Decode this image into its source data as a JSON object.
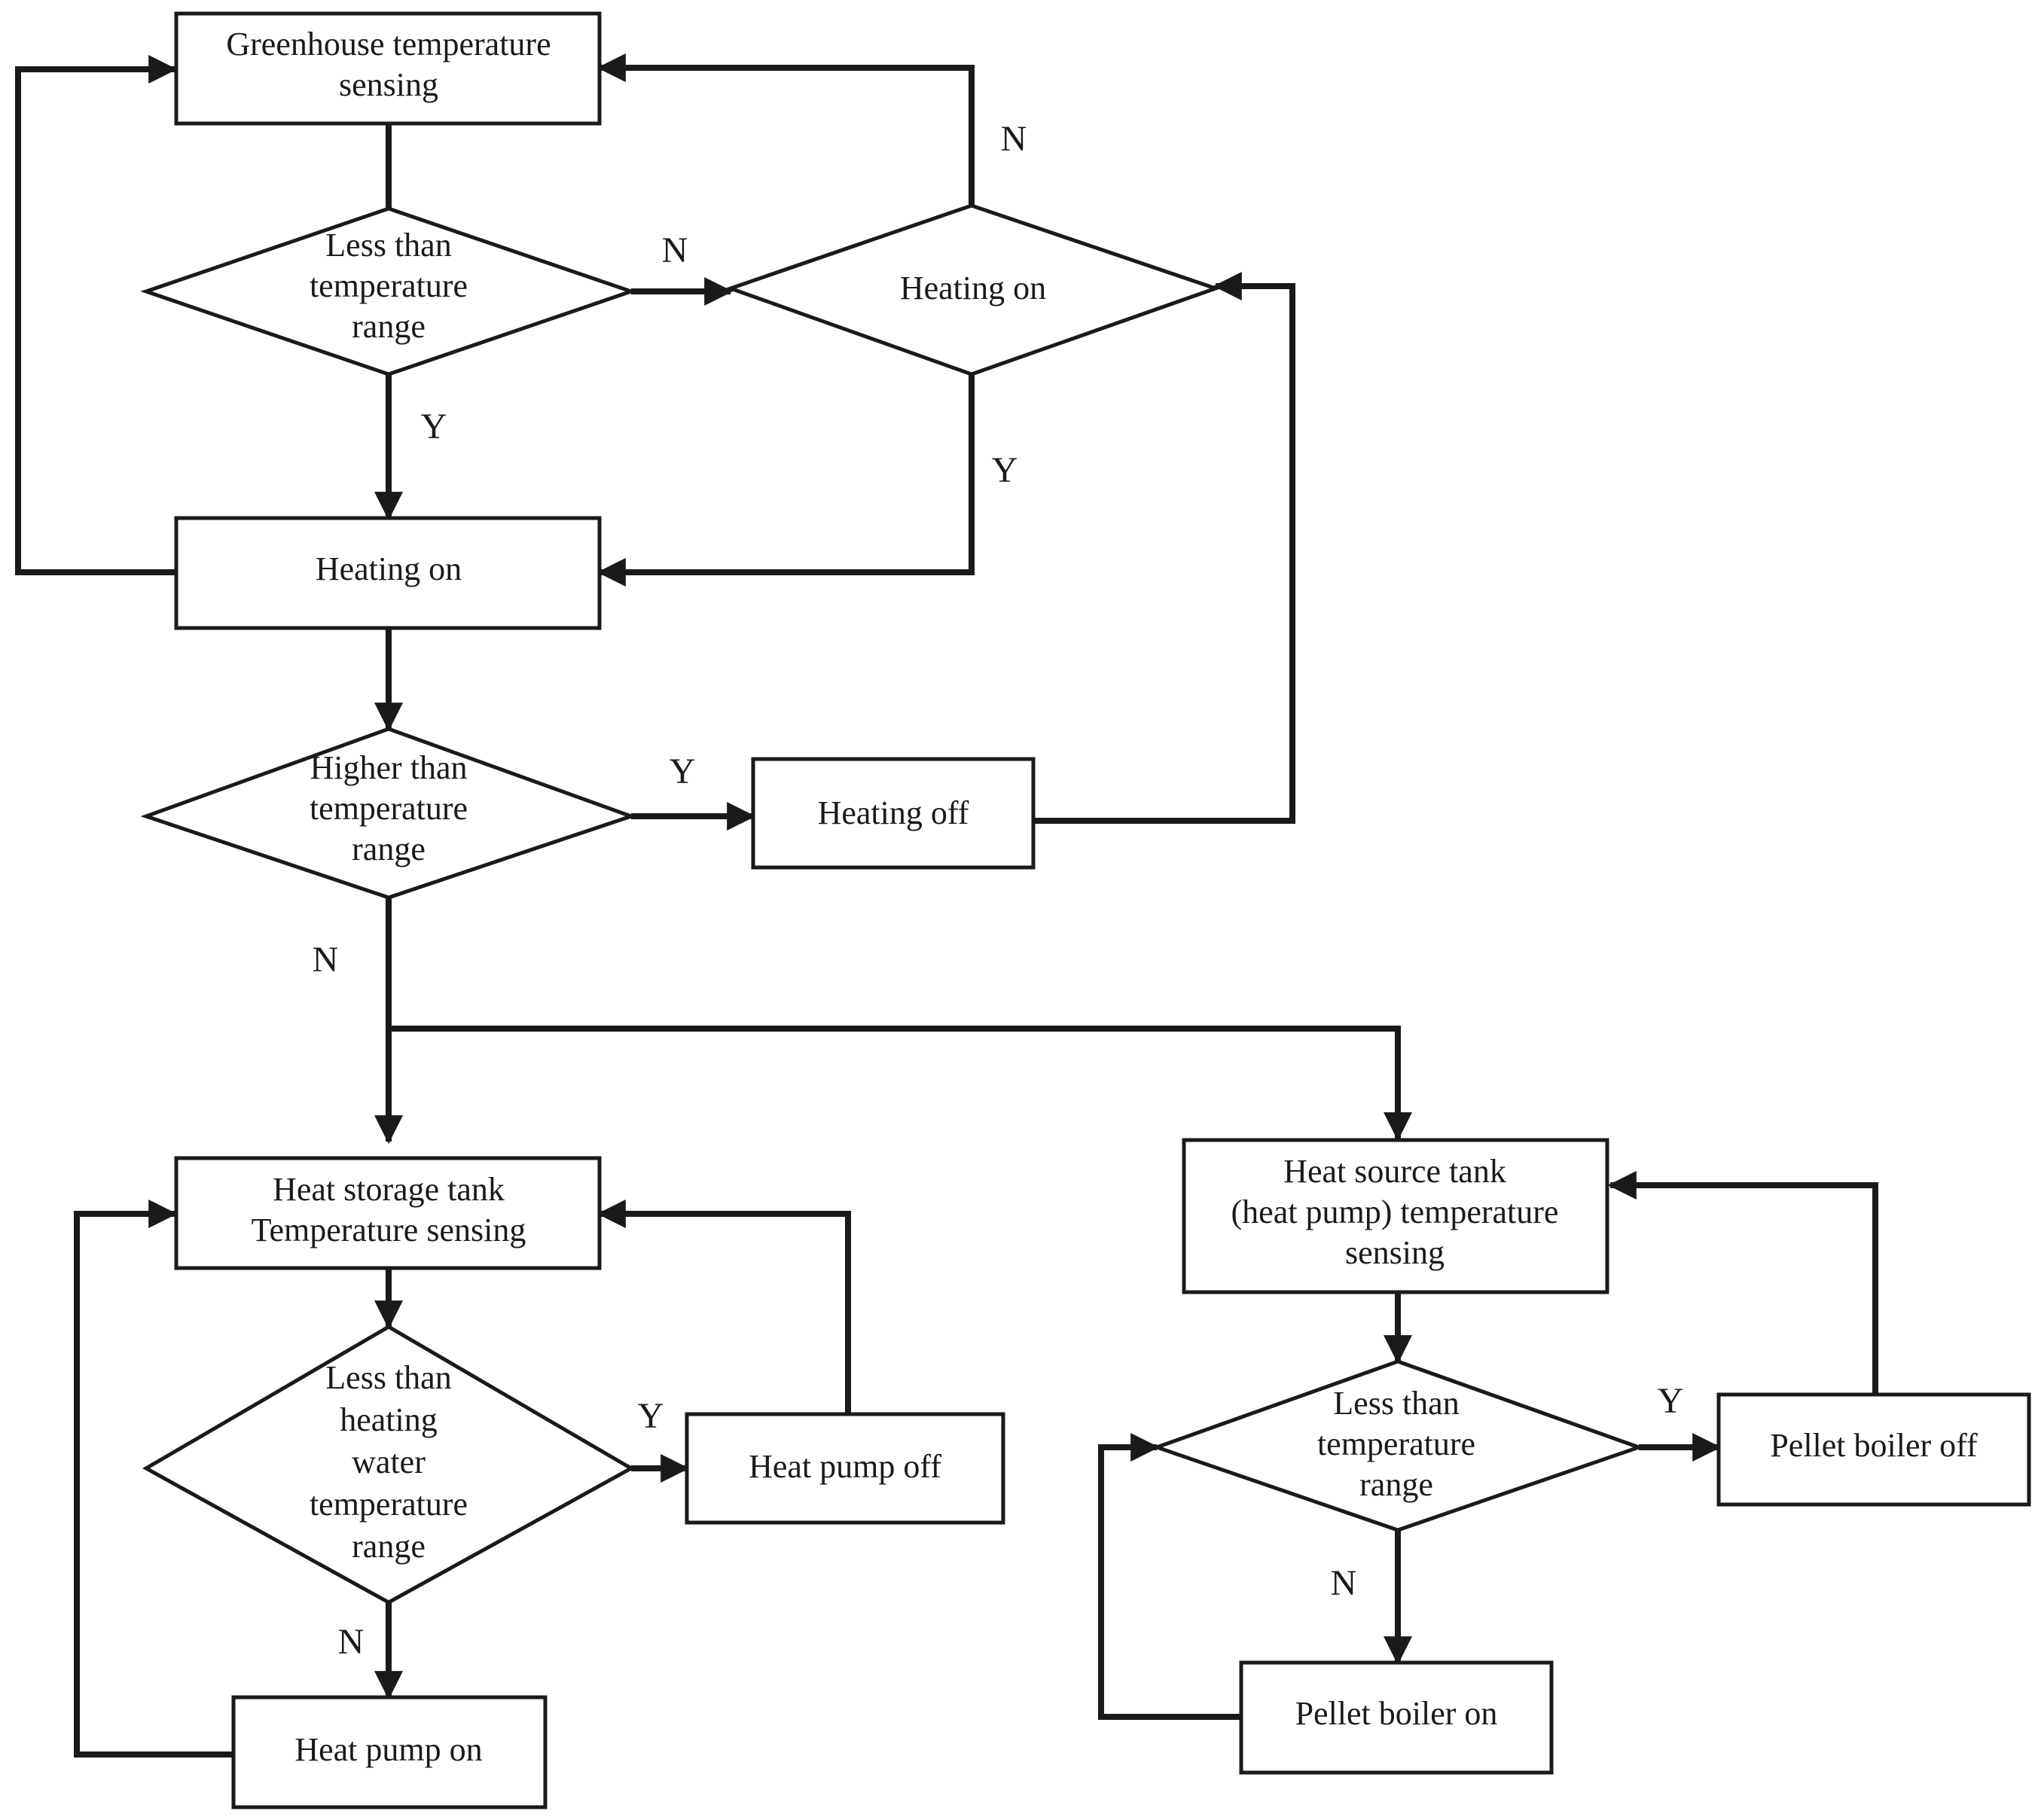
{
  "nodes": {
    "greenhouse_sensing": [
      "Greenhouse temperature",
      "sensing"
    ],
    "less_than_range_1": [
      "Less than",
      "temperature",
      "range"
    ],
    "heating_on_decision": [
      "Heating on"
    ],
    "heating_on": [
      "Heating on"
    ],
    "higher_than_range": [
      "Higher than",
      "temperature",
      "range"
    ],
    "heating_off": [
      "Heating off"
    ],
    "heat_storage_sensing": [
      "Heat storage tank",
      "Temperature sensing"
    ],
    "less_than_heating_water": [
      "Less than",
      "heating",
      "water",
      "temperature",
      "range"
    ],
    "heat_pump_off": [
      "Heat pump off"
    ],
    "heat_pump_on": [
      "Heat pump on"
    ],
    "heat_source_sensing": [
      "Heat source tank",
      "(heat  pump) temperature",
      "sensing"
    ],
    "less_than_range_2": [
      "Less than",
      "temperature",
      "range"
    ],
    "pellet_boiler_off": [
      "Pellet boiler off"
    ],
    "pellet_boiler_on": [
      "Pellet boiler on"
    ]
  },
  "edge_labels": {
    "n_top": "N",
    "n_mid": "N",
    "y_left": "Y",
    "y_right": "Y",
    "y_higher": "Y",
    "n_higher": "N",
    "y_storage": "Y",
    "n_storage": "N",
    "y_source": "Y",
    "n_source": "N"
  }
}
